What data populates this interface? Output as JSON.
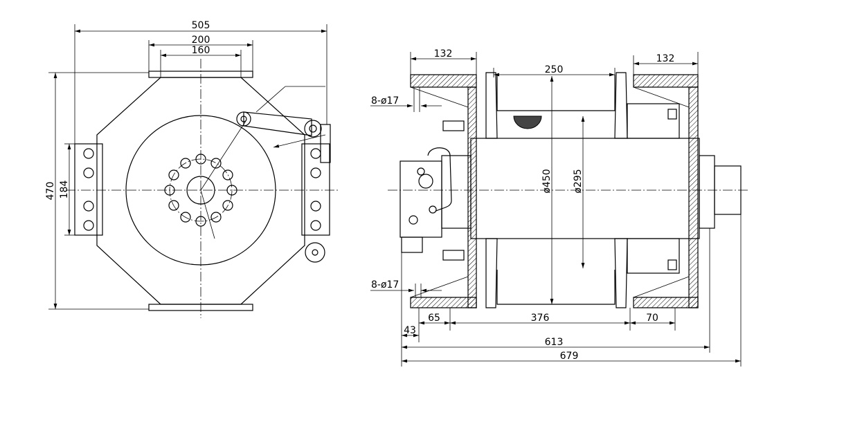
{
  "front_view": {
    "dims": {
      "overall_width": "505",
      "top_plate_width": "200",
      "top_plate_hole_spacing": "160",
      "overall_height": "470",
      "side_bracket_height": "184"
    }
  },
  "side_view": {
    "dims": {
      "left_base_width": "132",
      "right_base_width": "132",
      "drum_length": "250",
      "top_mount_holes": "8-ø17",
      "bottom_mount_holes": "8-ø17",
      "flange_diameter": "ø450",
      "drum_diameter": "ø295",
      "left_hole_offset": "65",
      "hole_span": "376",
      "right_hole_offset": "70",
      "motor_offset": "43",
      "body_length": "613",
      "overall_length": "679"
    }
  }
}
